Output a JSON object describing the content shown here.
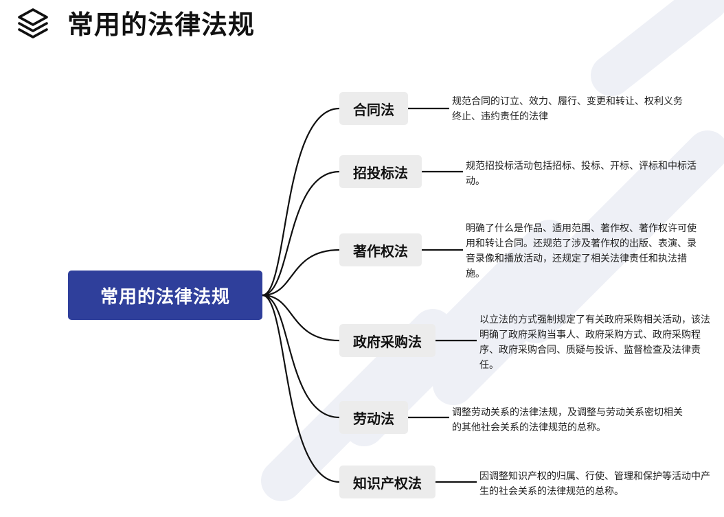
{
  "page": {
    "title": "常用的法律法规"
  },
  "colors": {
    "root_fill": "#2f3f9b",
    "node_fill": "#ececec",
    "line": "#111111",
    "watermark": "#f0f2f7"
  },
  "mindmap": {
    "root": "常用的法律法规",
    "branches": [
      {
        "name": "合同法",
        "description": "规范合同的订立、效力、履行、变更和转让、权利义务终止、违约责任的法律"
      },
      {
        "name": "招投标法",
        "description": "规范招投标活动包括招标、投标、开标、评标和中标活动。"
      },
      {
        "name": "著作权法",
        "description": "明确了什么是作品、适用范围、著作权、著作权许可使用和转让合同。还规范了涉及著作权的出版、表演、录音录像和播放活动，还规定了相关法律责任和执法措施。"
      },
      {
        "name": "政府采购法",
        "description": "以立法的方式强制规定了有关政府采购相关活动，该法明确了政府采购当事人、政府采购方式、政府采购程序、政府采购合同、质疑与投诉、监督检查及法律责任。"
      },
      {
        "name": "劳动法",
        "description": "调整劳动关系的法律法规，及调整与劳动关系密切相关的其他社会关系的法律规范的总称。"
      },
      {
        "name": "知识产权法",
        "description": "因调整知识产权的归属、行使、管理和保护等活动中产生的社会关系的法律规范的总称。"
      }
    ]
  }
}
